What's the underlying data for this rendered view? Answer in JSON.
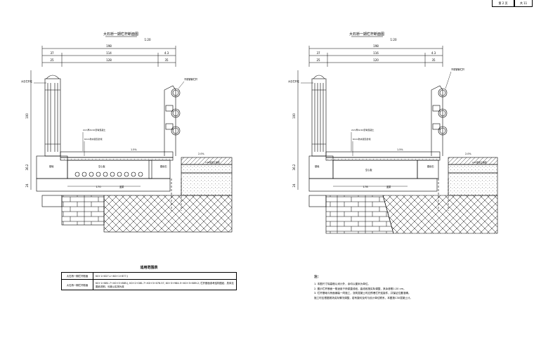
{
  "page_box": {
    "sheet_label": "第 2 页",
    "total_label": "共 11"
  },
  "left": {
    "title": "大石桥一期栏杆断面图",
    "scale": "1:20",
    "dims_top": [
      "198",
      "37",
      "114",
      "4.3",
      "25",
      "128",
      "35"
    ],
    "dims_side": [
      "100",
      "36.2",
      "24"
    ],
    "dim_bottom": "170",
    "labels": {
      "stone_railing": "大石栏杆柱",
      "steel_railing": "不锈钢管栏杆",
      "asphalt": "2cm厚AC10沥青混凝土",
      "waterproof": "6mm防水层及砂浆",
      "slope": "1.5%",
      "slope2": "2.0%",
      "curb": "路缘石",
      "slab": "空心板",
      "conc_pave": "C30混凝土铺装",
      "beam": "盖梁",
      "left_base": "基础"
    }
  },
  "right": {
    "title": "大石桥一期栏杆断面图",
    "scale": "1:20",
    "dims_top": [
      "198",
      "37",
      "116",
      "4.3",
      "25",
      "120",
      "35"
    ],
    "dims_side": [
      "100",
      "36.2",
      "24"
    ],
    "dim_bottom": "178",
    "labels": {
      "stone_railing": "大石栏杆柱",
      "steel_railing": "不锈钢管栏杆",
      "asphalt": "2cm厚AC10沥青混凝土",
      "waterproof": "6mm防水层及砂浆",
      "slope": "1.5%",
      "slope2": "2.0%",
      "curb": "路缘石",
      "slab": "空心板",
      "conc_pave": "C30混凝土铺装",
      "beam": "盖梁",
      "left_base": "基础"
    }
  },
  "scope_table": {
    "title": "适用范围表",
    "rows": [
      {
        "label": "大石桥一期栏杆断面",
        "value": "K0+1+827.L～K0+1+877.J"
      },
      {
        "label": "大石桥一期栏杆断面",
        "value": "K0+1+881.7～K0+3+885.J, K0+2+081.7～K0+3+076.57, K0+3+984.5～K0+3+889.2; 栏杆断面参考结构图纸，具体见图纸说明，长度以实测为准"
      }
    ]
  },
  "notes": {
    "title": "注：",
    "items": [
      "1. 本图尺寸除高程以米计外，余均以厘米为单位。",
      "2. 图示栏杆断面一般适用于桥梁直线段，曲线段按实际调整，其余参照1:20 cm。",
      "3. 栏杆基础与桥面铺装一同施工，浇筑混凝土时应预埋栏杆连接件，并保证位置准确。",
      "    施工时应根据现场实际情况调整，若有疑问及时与设计单位联系，本图按C30混凝土计。"
    ]
  },
  "colors": {
    "line": "#000000",
    "paper": "#ffffff"
  }
}
